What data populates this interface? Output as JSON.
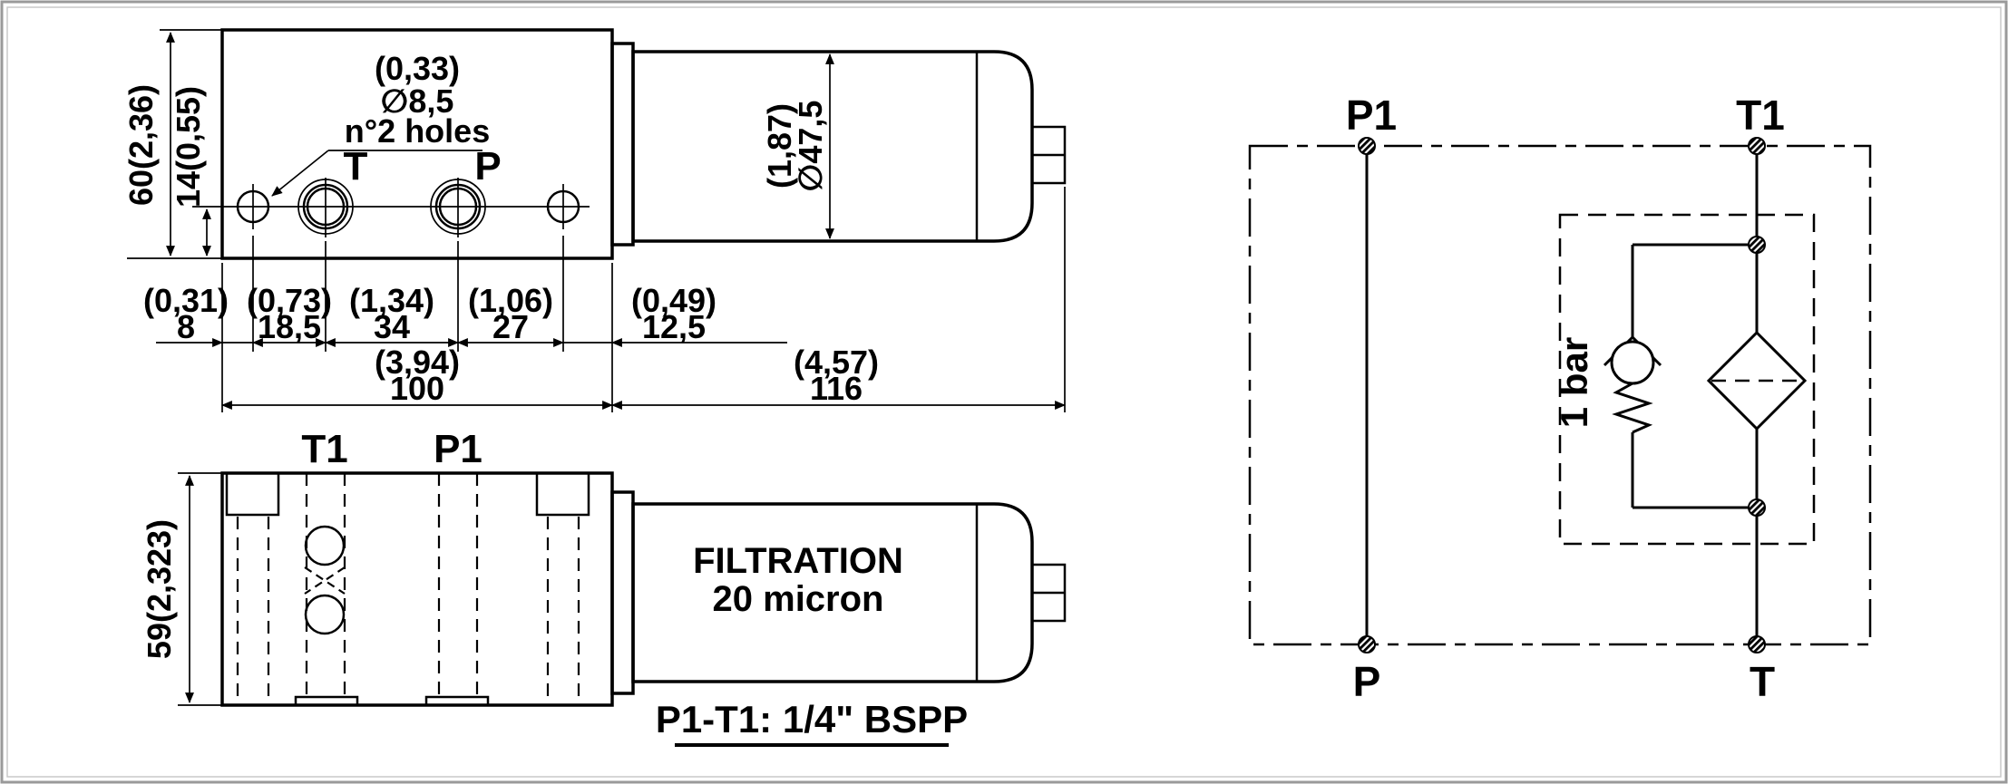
{
  "colors": {
    "ink": "#000000",
    "paper": "#ffffff",
    "frame": "#9a9a9a"
  },
  "top_view": {
    "dim_height": "60(2,36)",
    "dim_port_height": "14(0,55)",
    "hole_note_line1": "(0,33)",
    "hole_note_line2": "∅8,5",
    "hole_note_line3": "n°2 holes",
    "label_t": "T",
    "label_p": "P",
    "chain": [
      {
        "inch": "(0,31)",
        "mm": "8"
      },
      {
        "inch": "(0,73)",
        "mm": "18,5"
      },
      {
        "inch": "(1,34)",
        "mm": "34"
      },
      {
        "inch": "(1,06)",
        "mm": "27"
      },
      {
        "inch": "(0,49)",
        "mm": "12,5"
      }
    ],
    "dim_body_length": {
      "inch": "(3,94)",
      "mm": "100"
    },
    "dim_filter_length": {
      "inch": "(4,57)",
      "mm": "116"
    },
    "dim_filter_diameter": {
      "inch": "(1,87)",
      "mm": "∅47,5"
    }
  },
  "bottom_view": {
    "dim_height": "59(2,323)",
    "label_t1": "T1",
    "label_p1": "P1",
    "filter_line1": "FILTRATION",
    "filter_line2": "20 micron",
    "thread_note": "P1-T1: 1/4\" BSPP"
  },
  "schematic": {
    "label_p1": "P1",
    "label_t1": "T1",
    "label_p": "P",
    "label_t": "T",
    "bypass_setting": "1 bar"
  }
}
